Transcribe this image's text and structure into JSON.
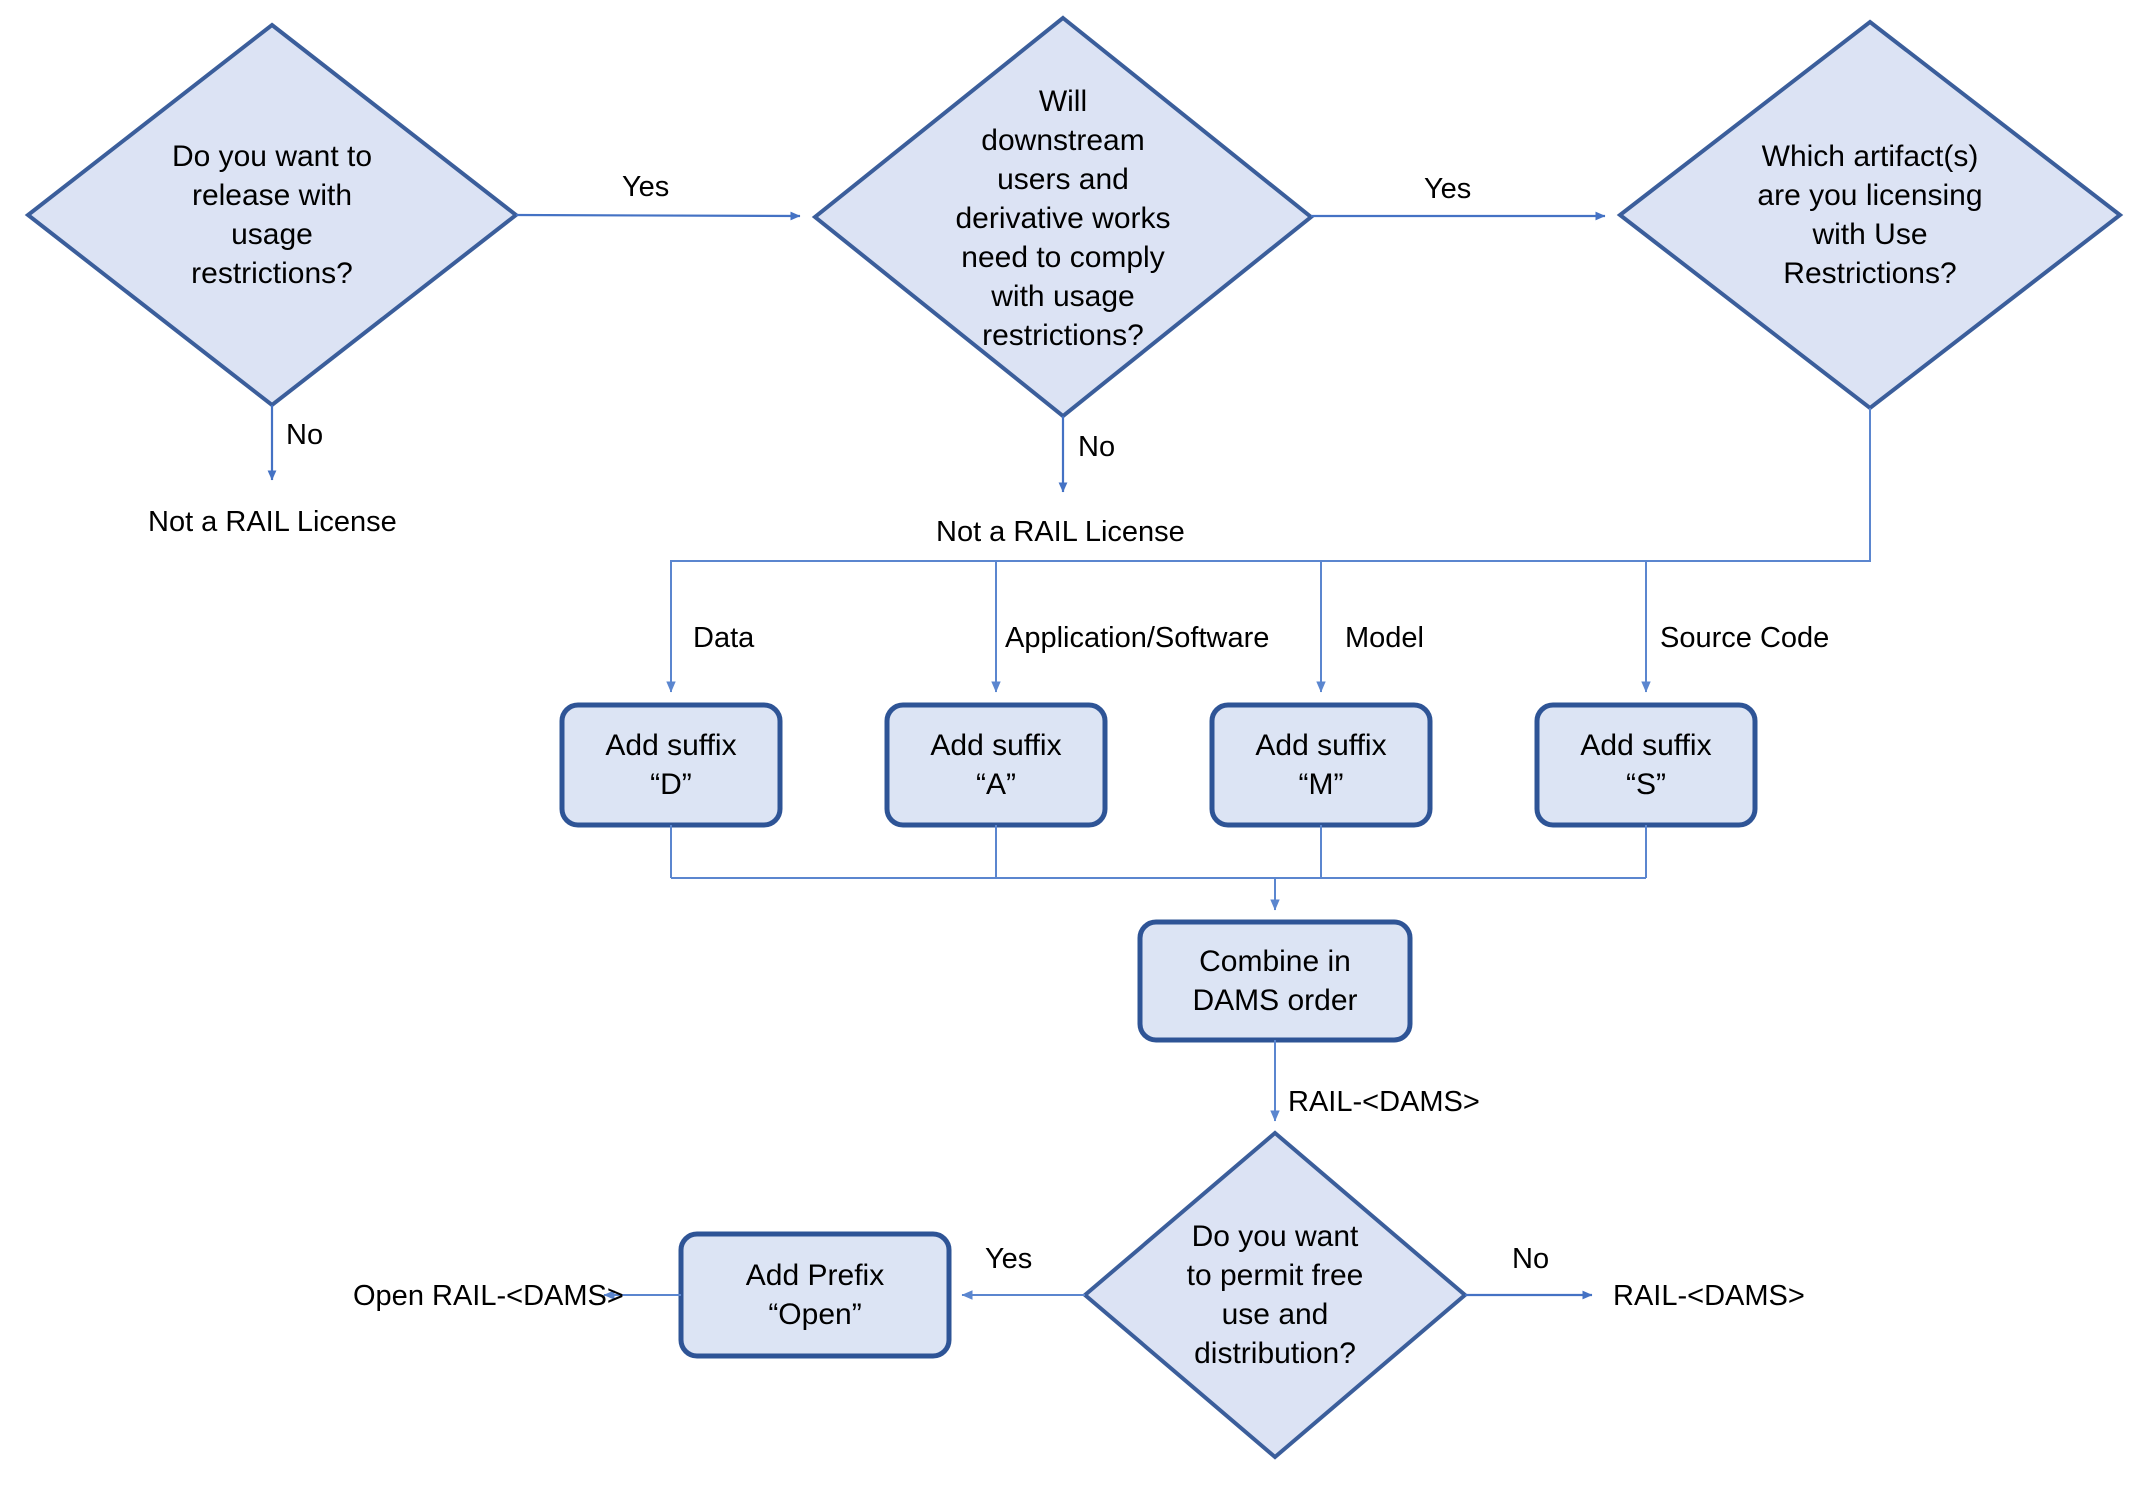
{
  "diagram": {
    "title": "RAIL License Naming Decision Flowchart",
    "colors": {
      "shape_fill": "#DCE3F4",
      "shape_stroke": "#3B5E9B",
      "box_stroke": "#2E5496",
      "connector": "#4472C4",
      "text": "#000000",
      "background": "#FFFFFF"
    }
  },
  "nodes": {
    "q1": {
      "type": "decision",
      "text": "Do you want to\nrelease with\nusage\nrestrictions?"
    },
    "q2": {
      "type": "decision",
      "text": "Will\ndownstream\nusers and\nderivative works\nneed to comply\nwith usage\nrestrictions?"
    },
    "q3": {
      "type": "decision",
      "text": "Which artifact(s)\nare you licensing\nwith Use\nRestrictions?"
    },
    "suffix_d": {
      "type": "process",
      "text": "Add suffix\n“D”"
    },
    "suffix_a": {
      "type": "process",
      "text": "Add suffix\n“A”"
    },
    "suffix_m": {
      "type": "process",
      "text": "Add suffix\n“M”"
    },
    "suffix_s": {
      "type": "process",
      "text": "Add suffix\n“S”"
    },
    "combine": {
      "type": "process",
      "text": "Combine in\nDAMS order"
    },
    "q4": {
      "type": "decision",
      "text": "Do you want\nto permit free\nuse and\ndistribution?"
    },
    "add_prefix_open": {
      "type": "process",
      "text": "Add Prefix\n“Open”"
    }
  },
  "terminals": {
    "not_rail_1": "Not a RAIL License",
    "not_rail_2": "Not a RAIL License",
    "open_rail_dams": "Open RAIL-<DAMS>",
    "rail_dams_out": "RAIL-<DAMS>"
  },
  "edge_labels": {
    "q1_yes": "Yes",
    "q1_no": "No",
    "q2_yes": "Yes",
    "q2_no": "No",
    "branch_data": "Data",
    "branch_application": "Application/Software",
    "branch_model": "Model",
    "branch_source_code": "Source Code",
    "combine_out": "RAIL-<DAMS>",
    "q4_yes": "Yes",
    "q4_no": "No"
  }
}
